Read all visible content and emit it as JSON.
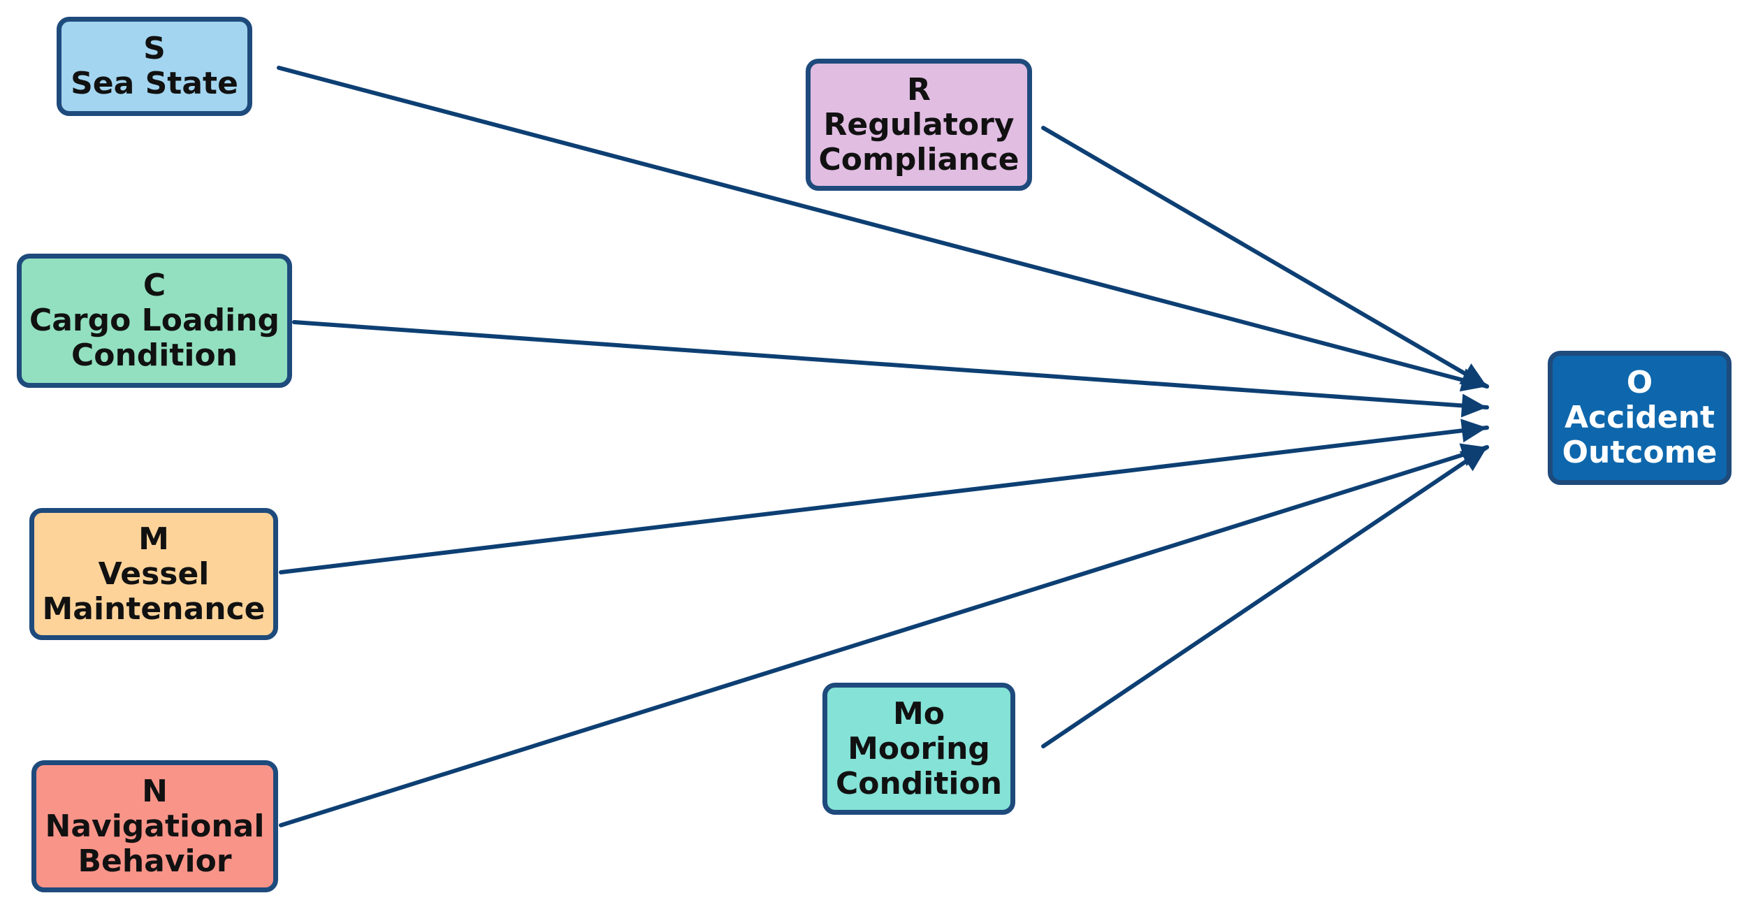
{
  "colors": {
    "edge": "#0d3f73",
    "border": "#1e4a7c"
  },
  "nodes": [
    {
      "key": "s",
      "code": "S",
      "lines": [
        "Sea State"
      ],
      "fill": "#a3d5f0"
    },
    {
      "key": "c",
      "code": "C",
      "lines": [
        "Cargo Loading",
        "Condition"
      ],
      "fill": "#92e0c0"
    },
    {
      "key": "m",
      "code": "M",
      "lines": [
        "Vessel",
        "Maintenance"
      ],
      "fill": "#fdd39a"
    },
    {
      "key": "n",
      "code": "N",
      "lines": [
        "Navigational",
        "Behavior"
      ],
      "fill": "#f99489"
    },
    {
      "key": "r",
      "code": "R",
      "lines": [
        "Regulatory",
        "Compliance"
      ],
      "fill": "#e1bde2"
    },
    {
      "key": "mo",
      "code": "Mo",
      "lines": [
        "Mooring",
        "Condition"
      ],
      "fill": "#84e2d6"
    },
    {
      "key": "o",
      "code": "O",
      "lines": [
        "Accident",
        "Outcome"
      ],
      "fill": "#0e67ac"
    }
  ],
  "edges": [
    {
      "from": "s",
      "to": "o"
    },
    {
      "from": "r",
      "to": "o"
    },
    {
      "from": "c",
      "to": "o"
    },
    {
      "from": "m",
      "to": "o"
    },
    {
      "from": "n",
      "to": "o"
    },
    {
      "from": "mo",
      "to": "o"
    }
  ]
}
